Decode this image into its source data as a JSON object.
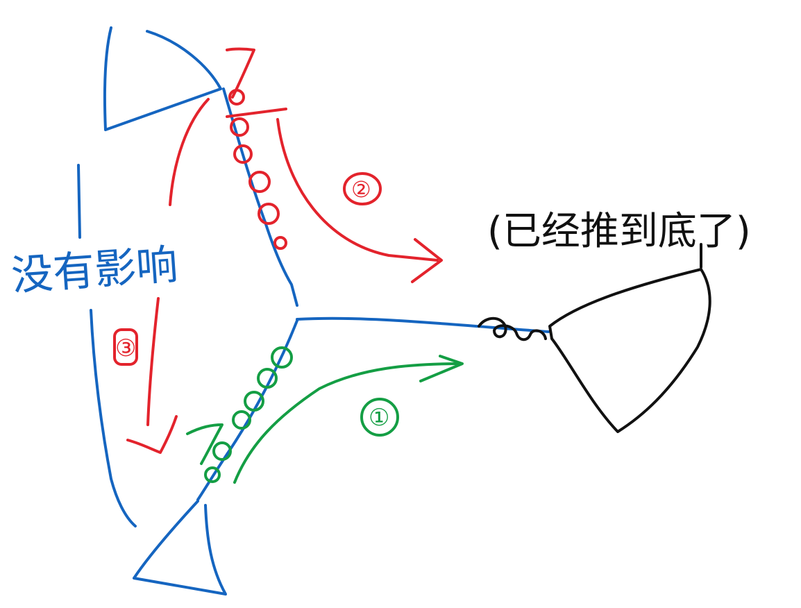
{
  "colors": {
    "background": "#ffffff",
    "blue": "#1565c0",
    "red": "#e3232c",
    "green": "#149e44",
    "black": "#111111"
  },
  "labels": {
    "blue_note": "没有影响",
    "red_step_2": "②",
    "red_step_3": "③",
    "green_step_1": "①",
    "black_note": "(已经推到底了)"
  }
}
